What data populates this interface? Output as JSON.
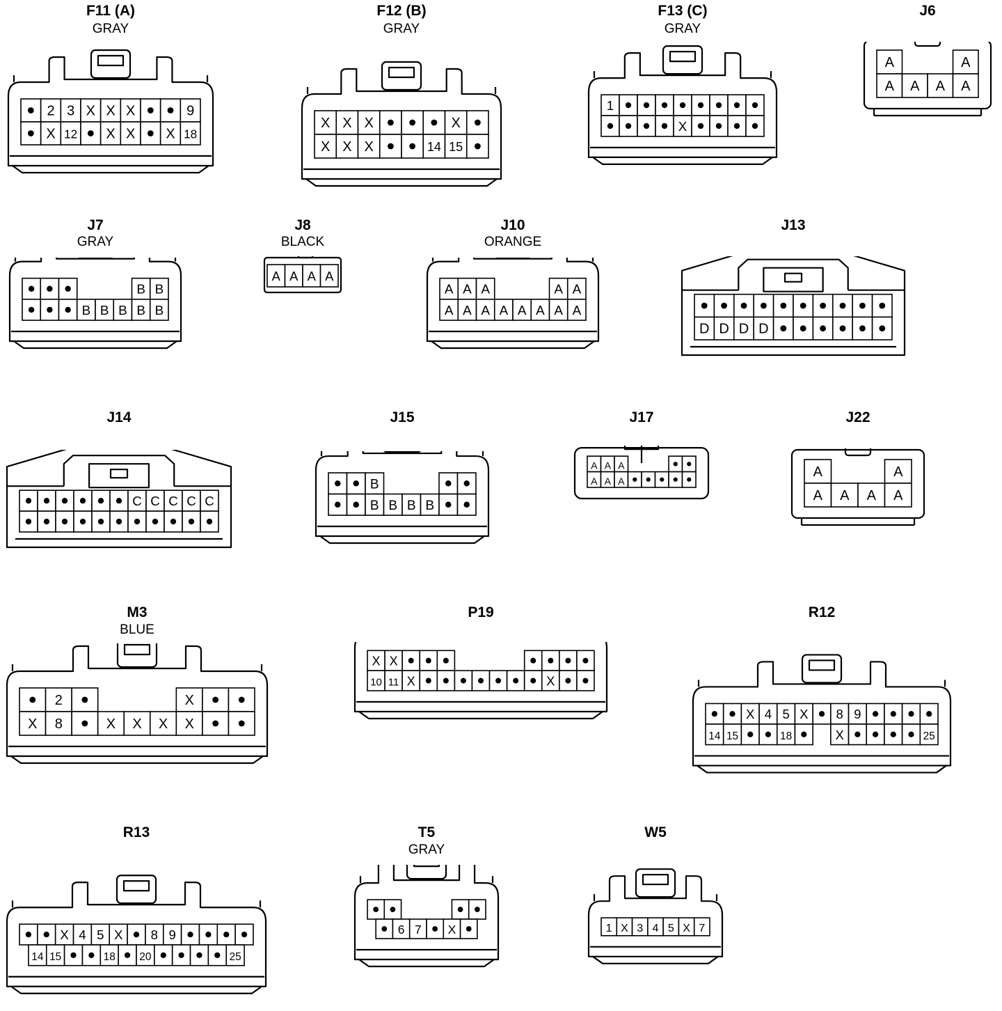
{
  "connectors": [
    {
      "id": "F11",
      "name": "F11 (A)",
      "color": "GRAY",
      "style": "latch",
      "rows": [
        [
          "•",
          "2",
          "3",
          "X",
          "X",
          "X",
          "•",
          "•",
          "9"
        ],
        [
          "•",
          "X",
          "12",
          "•",
          "X",
          "X",
          "•",
          "X",
          "18"
        ]
      ],
      "dividers": [
        1,
        6
      ]
    },
    {
      "id": "F12",
      "name": "F12 (B)",
      "color": "GRAY",
      "style": "latch",
      "rows": [
        [
          "X",
          "X",
          "X",
          "•",
          "•",
          "•",
          "X",
          "•"
        ],
        [
          "X",
          "X",
          "X",
          "•",
          "•",
          "14",
          "15",
          "•"
        ]
      ],
      "dividers": []
    },
    {
      "id": "F13",
      "name": "F13 (C)",
      "color": "GRAY",
      "style": "latch",
      "rows": [
        [
          "1",
          "•",
          "•",
          "•",
          "•",
          "•",
          "•",
          "•",
          "•"
        ],
        [
          "•",
          "•",
          "•",
          "•",
          "X",
          "•",
          "•",
          "•",
          "•"
        ]
      ],
      "dividers": [
        1,
        7
      ]
    },
    {
      "id": "J6",
      "name": "J6",
      "color": "",
      "style": "box",
      "rows": [
        [
          "A",
          "",
          "",
          "A"
        ],
        [
          "A",
          "A",
          "A",
          "A"
        ]
      ],
      "dividers": []
    },
    {
      "id": "J7",
      "name": "J7",
      "color": "GRAY",
      "style": "latch",
      "rows": [
        [
          "•",
          "•",
          "•",
          "",
          "",
          "",
          "B",
          "B"
        ],
        [
          "•",
          "•",
          "•",
          "B",
          "B",
          "B",
          "B",
          "B"
        ]
      ],
      "dividers": []
    },
    {
      "id": "J8",
      "name": "J8",
      "color": "BLACK",
      "style": "small",
      "rows": [
        [
          "A",
          "A",
          "A",
          "A"
        ]
      ],
      "dividers": []
    },
    {
      "id": "J10",
      "name": "J10",
      "color": "ORANGE",
      "style": "latch",
      "rows": [
        [
          "A",
          "A",
          "A",
          "",
          "",
          "",
          "A",
          "A"
        ],
        [
          "A",
          "A",
          "A",
          "A",
          "A",
          "A",
          "A",
          "A"
        ]
      ],
      "dividers": []
    },
    {
      "id": "J13",
      "name": "J13",
      "color": "",
      "style": "wide",
      "rows": [
        [
          "•",
          "•",
          "•",
          "•",
          "•",
          "•",
          "•",
          "•",
          "•",
          "•"
        ],
        [
          "D",
          "D",
          "D",
          "D",
          "•",
          "•",
          "•",
          "•",
          "•",
          "•"
        ]
      ],
      "dividers": []
    },
    {
      "id": "J14",
      "name": "J14",
      "color": "",
      "style": "wide",
      "rows": [
        [
          "•",
          "•",
          "•",
          "•",
          "•",
          "•",
          "C",
          "C",
          "C",
          "C",
          "C"
        ],
        [
          "•",
          "•",
          "•",
          "•",
          "•",
          "•",
          "•",
          "•",
          "•",
          "•",
          "•"
        ]
      ],
      "dividers": []
    },
    {
      "id": "J15",
      "name": "J15",
      "color": "",
      "style": "latch",
      "rows": [
        [
          "•",
          "•",
          "B",
          "",
          "",
          "",
          "•",
          "•"
        ],
        [
          "•",
          "•",
          "B",
          "B",
          "B",
          "B",
          "•",
          "•"
        ]
      ],
      "dividers": []
    },
    {
      "id": "J17",
      "name": "J17",
      "color": "",
      "style": "rounded",
      "rows": [
        [
          "A",
          "A",
          "A",
          "",
          "",
          "",
          "•",
          "•"
        ],
        [
          "A",
          "A",
          "A",
          "•",
          "•",
          "•",
          "•",
          "•"
        ]
      ],
      "dividers": []
    },
    {
      "id": "J22",
      "name": "J22",
      "color": "",
      "style": "box",
      "rows": [
        [
          "A",
          "",
          "",
          "A"
        ],
        [
          "A",
          "A",
          "A",
          "A"
        ]
      ],
      "dividers": []
    },
    {
      "id": "M3",
      "name": "M3",
      "color": "BLUE",
      "style": "latch",
      "rows": [
        [
          "•",
          "2",
          "•",
          "",
          "",
          "",
          "X",
          "•",
          "•"
        ],
        [
          "X",
          "8",
          "•",
          "X",
          "X",
          "X",
          "X",
          "•",
          "•"
        ]
      ],
      "dividers": []
    },
    {
      "id": "P19",
      "name": "P19",
      "color": "",
      "style": "latch",
      "rows": [
        [
          "X",
          "X",
          "•",
          "•",
          "•",
          "",
          "",
          "",
          "",
          "•",
          "•",
          "•",
          "•"
        ],
        [
          "10",
          "11",
          "X",
          "•",
          "•",
          "•",
          "•",
          "•",
          "•",
          "•",
          "X",
          "•",
          "•"
        ]
      ],
      "dividers": []
    },
    {
      "id": "R12",
      "name": "R12",
      "color": "",
      "style": "latch",
      "rows": [
        [
          "•",
          "•",
          "X",
          "4",
          "5",
          "X",
          "•",
          "8",
          "9",
          "•",
          "•",
          "•",
          "•"
        ],
        [
          "14",
          "15",
          "•",
          "•",
          "18",
          "•",
          "",
          "X",
          "•",
          "•",
          "•",
          "•",
          "25"
        ]
      ],
      "dividers": []
    },
    {
      "id": "R13",
      "name": "R13",
      "color": "",
      "style": "latch",
      "rows": [
        [
          "•",
          "•",
          "X",
          "4",
          "5",
          "X",
          "•",
          "8",
          "9",
          "•",
          "•",
          "•",
          "•"
        ],
        [
          "14",
          "15",
          "•",
          "•",
          "18",
          "•",
          "20",
          "•",
          "•",
          "•",
          "•",
          "25"
        ]
      ],
      "dividers": []
    },
    {
      "id": "T5",
      "name": "T5",
      "color": "GRAY",
      "style": "latch",
      "rows": [
        [
          "•",
          "•",
          "",
          "",
          "",
          "•",
          "•"
        ],
        [
          "•",
          "6",
          "7",
          "•",
          "X",
          "•"
        ]
      ],
      "dividers": []
    },
    {
      "id": "W5",
      "name": "W5",
      "color": "",
      "style": "latch",
      "rows": [
        [
          "1",
          "X",
          "3",
          "4",
          "5",
          "X",
          "7"
        ]
      ],
      "dividers": []
    }
  ]
}
